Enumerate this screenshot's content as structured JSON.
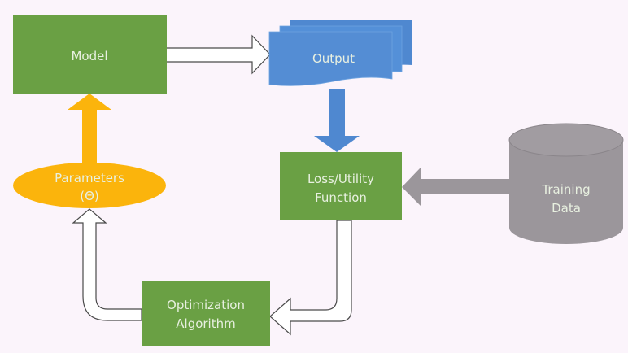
{
  "nodes": {
    "model": {
      "label": "Model",
      "color": "#6aa044"
    },
    "output": {
      "label": "Output",
      "color": "#548dd4"
    },
    "loss": {
      "line1": "Loss/Utility",
      "line2": "Function",
      "color": "#6aa044"
    },
    "training": {
      "line1": "Training",
      "line2": "Data",
      "color": "#9b969b"
    },
    "parameters": {
      "line1": "Parameters",
      "line2": "(Θ)",
      "color": "#fbb40c"
    },
    "optimization": {
      "line1": "Optimization",
      "line2": "Algorithm",
      "color": "#6aa044"
    }
  },
  "colors": {
    "background": "#fbf4fb",
    "outline_arrow": "#4a4a4a"
  }
}
